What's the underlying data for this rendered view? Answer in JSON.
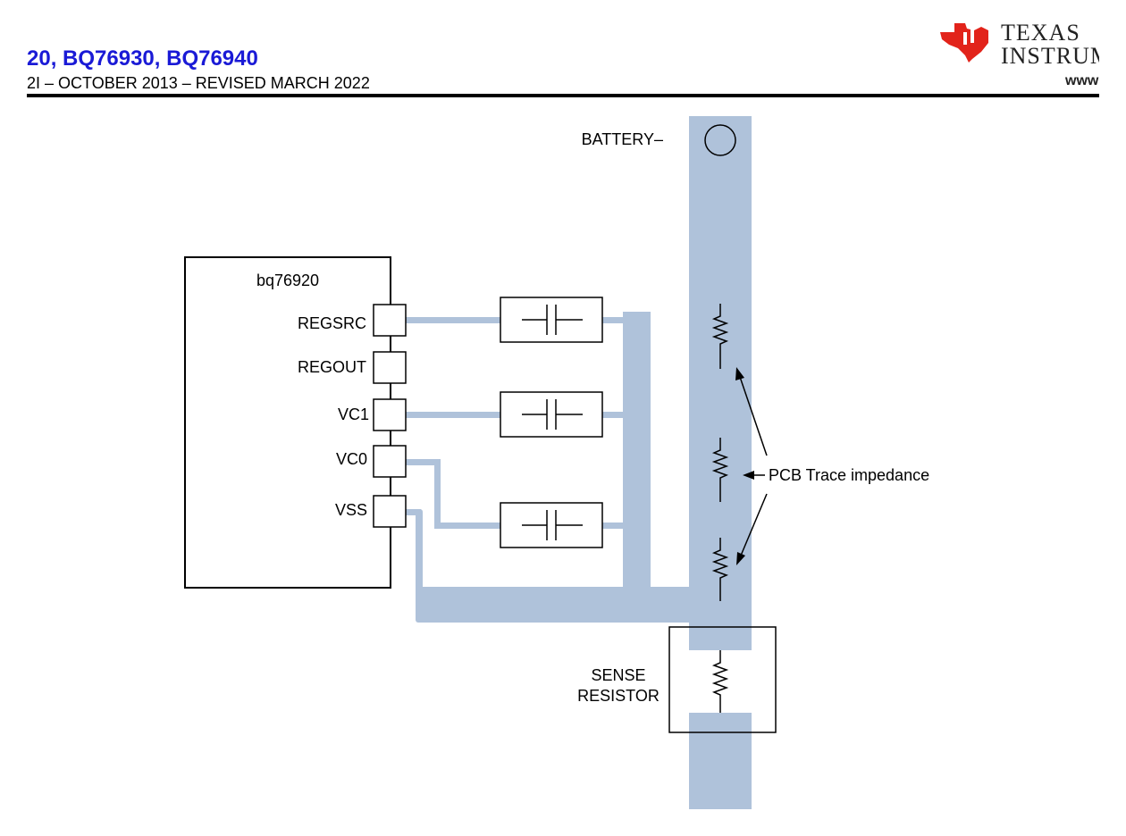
{
  "header": {
    "title": "20, BQ76930, BQ76940",
    "subtitle": "2I – OCTOBER 2013 – REVISED MARCH 2022"
  },
  "logo": {
    "line1": "TEXAS",
    "line2": "INSTRUM",
    "line3": "www"
  },
  "diagram": {
    "battery_label": "BATTERY–",
    "chip_label": "bq76920",
    "pins": [
      "REGSRC",
      "REGOUT",
      "VC1",
      "VC0",
      "VSS"
    ],
    "trace_label": "PCB Trace impedance",
    "sense_label_line1": "SENSE",
    "sense_label_line2": "RESISTOR"
  },
  "colors": {
    "trace": "#afc2da",
    "title_blue": "#1a1ad6",
    "logo_red": "#e2231a",
    "line": "#000000"
  }
}
